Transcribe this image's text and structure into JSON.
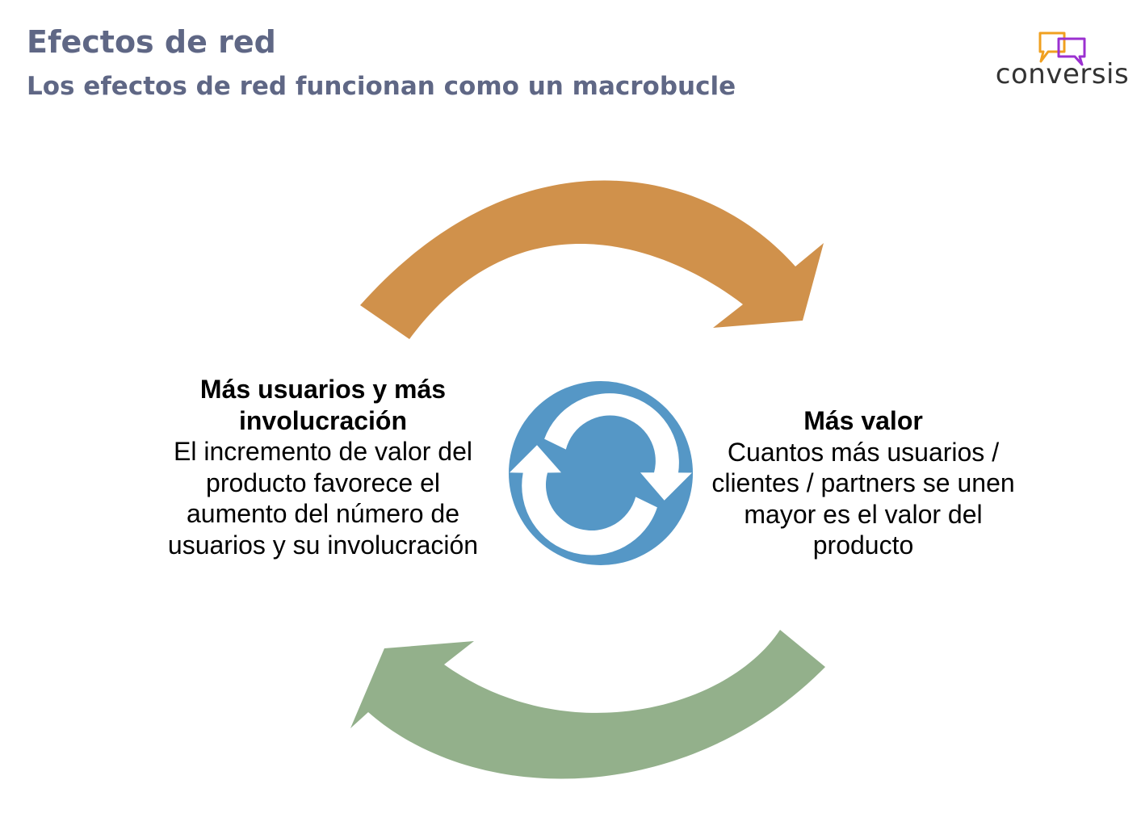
{
  "header": {
    "title": "Efectos de red",
    "subtitle": "Los efectos de red funcionan como un macrobucle"
  },
  "logo": {
    "text": "conversis",
    "icon": "speech-bubbles-icon",
    "colors": {
      "orange_bubble": "#f0a020",
      "purple_bubble": "#9b30d0"
    }
  },
  "diagram": {
    "type": "cycle",
    "center_icon": "refresh-cycle-icon",
    "colors": {
      "top_arrow": "#d0914b",
      "bottom_arrow": "#93b08b",
      "center_circle": "#5597c6",
      "center_arrows": "#ffffff"
    },
    "nodes": [
      {
        "id": "left",
        "title": "Más usuarios y más involucración",
        "description": "El incremento de valor del producto favorece el aumento del número de usuarios y su involucración"
      },
      {
        "id": "right",
        "title": "Más valor",
        "description": "Cuantos más usuarios / clientes / partners se unen mayor es el valor del producto"
      }
    ]
  }
}
